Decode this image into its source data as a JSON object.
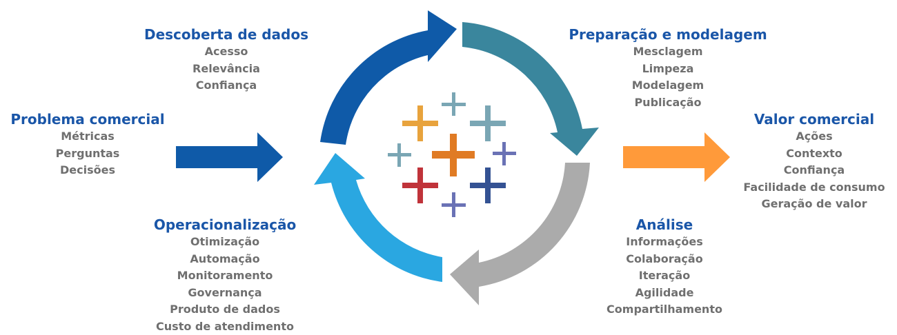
{
  "sections": {
    "problema": {
      "title": "Problema comercial",
      "items": [
        "Métricas",
        "Perguntas",
        "Decisões"
      ]
    },
    "descoberta": {
      "title": "Descoberta de dados",
      "items": [
        "Acesso",
        "Relevância",
        "Confiança"
      ]
    },
    "preparacao": {
      "title": "Preparação e modelagem",
      "items": [
        "Mesclagem",
        "Limpeza",
        "Modelagem",
        "Publicação"
      ]
    },
    "valor": {
      "title": "Valor comercial",
      "items": [
        "Ações",
        "Contexto",
        "Confiança",
        "Facilidade de consumo",
        "Geração de valor"
      ]
    },
    "analise": {
      "title": "Análise",
      "items": [
        "Informações",
        "Colaboração",
        "Iteração",
        "Agilidade",
        "Compartilhamento"
      ]
    },
    "operacionalizacao": {
      "title": "Operacionalização",
      "items": [
        "Otimização",
        "Automação",
        "Monitoramento",
        "Governança",
        "Produto de dados",
        "Custo de atendimento"
      ]
    }
  },
  "colors": {
    "title_blue": "#1a56a8",
    "item_gray": "#6f6f6f",
    "arrow_dark_blue": "#0f5aa8",
    "arrow_teal": "#3a869d",
    "arrow_gray": "#ababab",
    "arrow_light_blue": "#2aa7e1",
    "arrow_orange": "#ff9a3a",
    "logo": [
      "#e8a33d",
      "#7aa6b4",
      "#e07b24",
      "#6a72b5",
      "#c0333a",
      "#345293"
    ]
  },
  "icons": {
    "center_logo": "tableau-logo-icon"
  }
}
